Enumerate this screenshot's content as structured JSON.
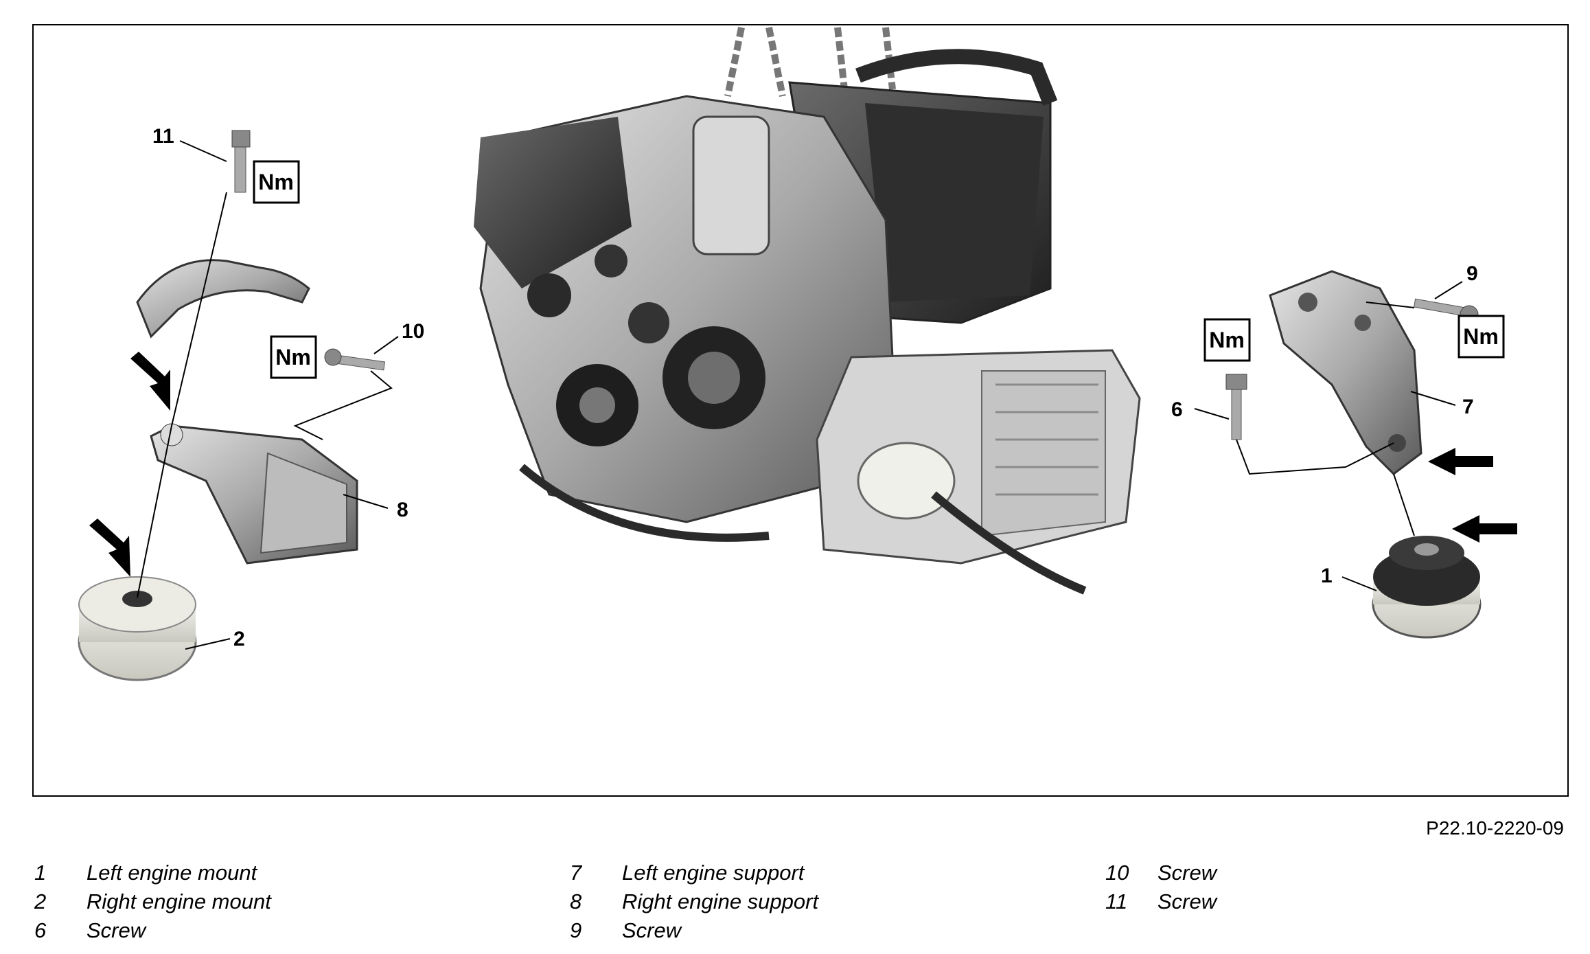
{
  "figure_id": "P22.10-2220-09",
  "torque_symbol": "Nm",
  "callouts": [
    "11",
    "10",
    "8",
    "2",
    "9",
    "7",
    "6",
    "1"
  ],
  "legend": {
    "columns": [
      [
        {
          "num": "1",
          "text": "Left engine mount"
        },
        {
          "num": "2",
          "text": "Right engine mount"
        },
        {
          "num": "6",
          "text": "Screw"
        }
      ],
      [
        {
          "num": "7",
          "text": "Left engine support"
        },
        {
          "num": "8",
          "text": "Right engine support"
        },
        {
          "num": "9",
          "text": "Screw"
        }
      ],
      [
        {
          "num": "10",
          "text": "Screw"
        },
        {
          "num": "11",
          "text": "Screw"
        }
      ]
    ]
  }
}
